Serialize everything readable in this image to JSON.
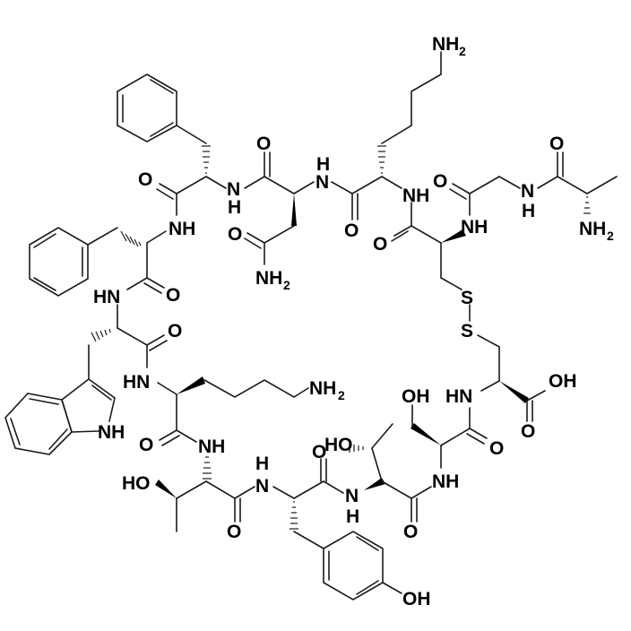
{
  "figure": {
    "type": "chemical-structure",
    "molecule": "cyclic disulfide peptide (somatostatin-like)",
    "sequence": [
      "Ala",
      "Gly",
      "Cys",
      "Lys",
      "Asn",
      "Phe",
      "Phe",
      "Trp",
      "Lys",
      "Thr",
      "Tyr",
      "Thr",
      "Ser",
      "Cys"
    ],
    "bridge": "S-S disulfide between Cys3 and Cys14"
  },
  "labels": {
    "nh2_lys_top": "NH",
    "nh2_lys_top_sub": "2",
    "o_asn_co": "O",
    "o_phe1": "O",
    "nh_asn": "N",
    "h_asn": "H",
    "nh_lys1": "N",
    "h_lys1": "H",
    "nh_phe_asn": "N",
    "h_phe_asn": "H",
    "o_lys1": "O",
    "nh_cys_lys": "NH",
    "o_gly": "O",
    "nh_gly_ala": "N",
    "h_gly_ala": "H",
    "o_ala": "O",
    "nh2_ala": "NH",
    "nh2_ala_sub": "2",
    "nh_cys_gly": "NH",
    "o_cys": "O",
    "nh_phe2": "NH",
    "o_asn_side": "O",
    "nh2_asn_side": "NH",
    "nh2_asn_side_sub": "2",
    "hn_trp": "HN",
    "o_phe2": "O",
    "s1": "S",
    "s2": "S",
    "o_trp": "O",
    "hn_lys2": "HN",
    "nh2_lys2": "NH",
    "nh2_lys2_sub": "2",
    "nh_indole": "NH",
    "oh_ser_side": "OH",
    "hn_cys2": "HN",
    "oh_acid": "OH",
    "o_acid": "O",
    "o_lys2": "O",
    "nh_thr1": "NH",
    "ho_thr2": "HO",
    "o_ser": "O",
    "o_tyr": "O",
    "h_tyr_n": "H",
    "n_tyr": "N",
    "ho_thr1": "HO",
    "n_thr2": "N",
    "h_thr2": "H",
    "nh_ser": "NH",
    "o_thr1": "O",
    "o_thr2": "O",
    "oh_tyr": "OH"
  }
}
